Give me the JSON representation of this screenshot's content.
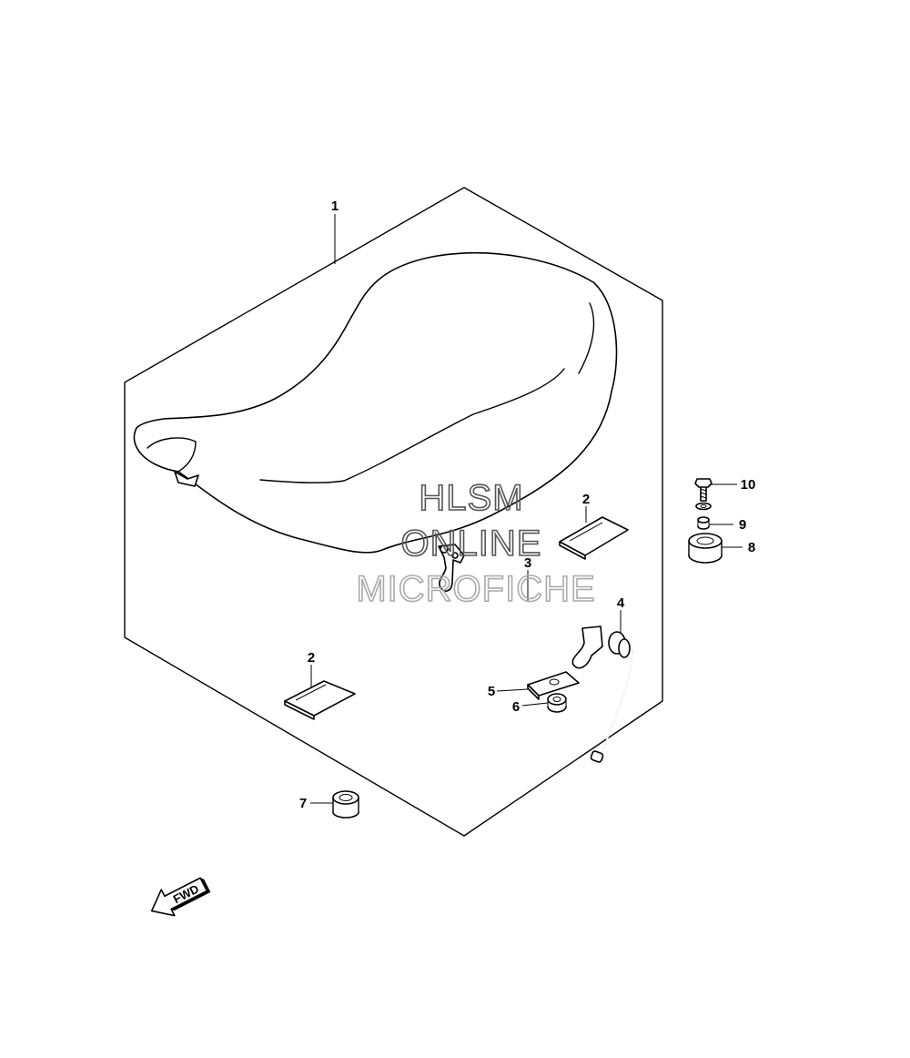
{
  "diagram": {
    "callouts": {
      "c1": "1",
      "c2a": "2",
      "c2b": "2",
      "c3": "3",
      "c4": "4",
      "c5": "5",
      "c6": "6",
      "c7": "7",
      "c8": "8",
      "c9": "9",
      "c10": "10"
    },
    "fwd_arrow": {
      "label": "FWD"
    },
    "watermark": {
      "line1": "HLSM",
      "line2": "ONLINE",
      "line3": "MICROFICHE",
      "color_dark": "#555555",
      "color_light": "#aaaaaa"
    }
  }
}
